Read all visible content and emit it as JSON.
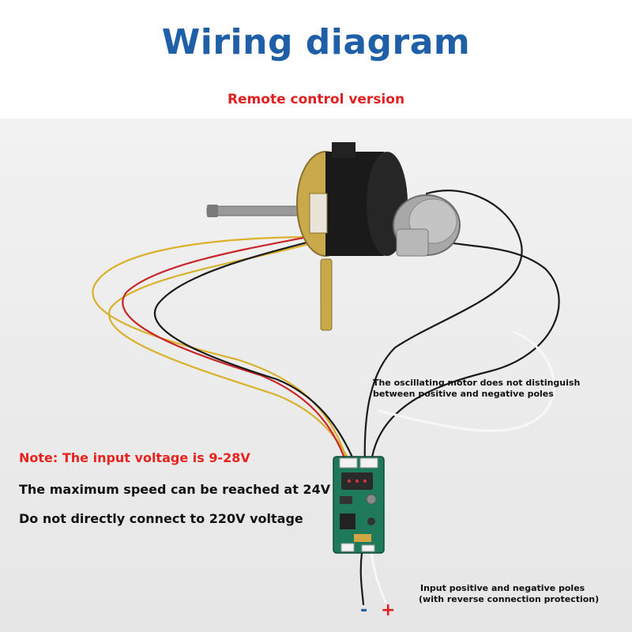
{
  "header": {
    "title": "Wiring diagram",
    "subtitle": "Remote control version"
  },
  "notes": {
    "voltage": "Note: The input voltage is 9-28V",
    "max_speed": "The maximum speed can be reached at 24V",
    "no_220": "Do not directly connect to 220V voltage"
  },
  "callouts": {
    "oscillating_line1": "The oscillating motor does not distinguish",
    "oscillating_line2": "between positive and negative poles",
    "input_line1": "Input positive and negative poles",
    "input_line2": "(with reverse connection protection)"
  },
  "terminals": {
    "negative": "-",
    "positive": "+"
  },
  "colors": {
    "title": "#1f5fa8",
    "red_text": "#e02020",
    "pcb": "#1e7a5a",
    "wire_yellow": "#d9b12a",
    "wire_red": "#c8262a",
    "wire_black": "#1a1a1a",
    "wire_white": "#f4f4f4"
  }
}
